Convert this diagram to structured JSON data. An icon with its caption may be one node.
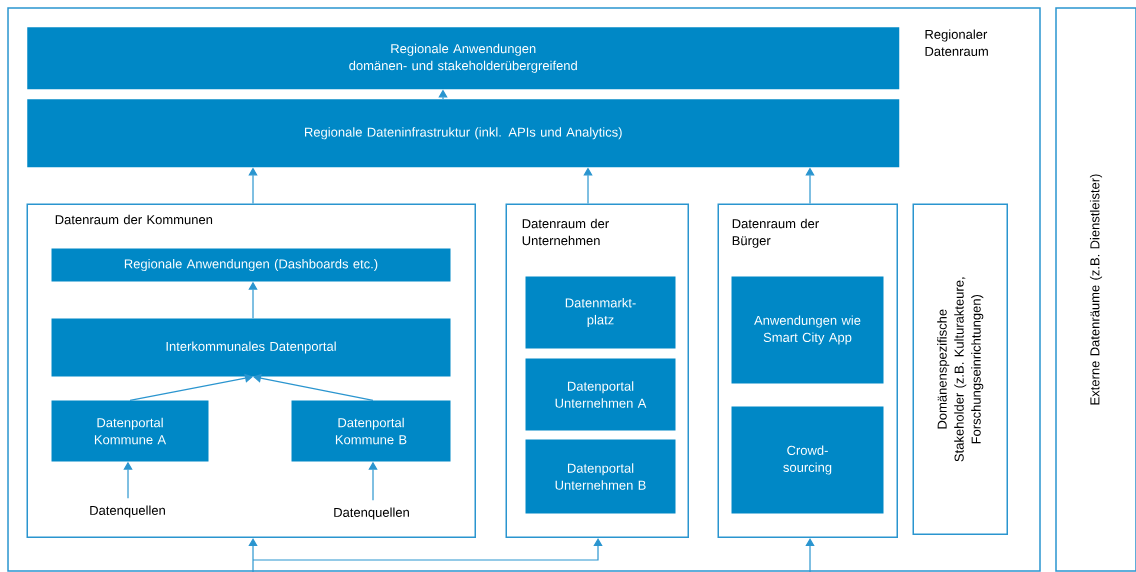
{
  "diagram": {
    "nodes": [
      {
        "text": [
          "Regionaler Datenraum"
        ]
      },
      {
        "text": [
          "Regionale Anwendungen",
          "domänen- und stakeholderübergreifend"
        ],
        "in": 0
      },
      {
        "text": [
          "Regionale Dateninfrastruktur (inkl. APIs und Analytics)"
        ],
        "in": 0
      },
      {
        "text": [
          "Datenraum der Kommunen"
        ],
        "in": 0
      },
      {
        "text": [
          "Regionale Anwendungen (Dashboards etc.)"
        ],
        "in": 3
      },
      {
        "text": [
          "Interkommunales Datenportal"
        ],
        "in": 3
      },
      {
        "text": [
          "Datenportal Kommune A"
        ],
        "in": 3
      },
      {
        "text": [
          "Datenportal Kommune B"
        ],
        "in": 3
      },
      {
        "text": [
          "Datenquellen"
        ],
        "in": 3
      },
      {
        "text": [
          "Datenquellen"
        ],
        "in": 3
      },
      {
        "text": [
          "Datenraum der Unternehmen"
        ],
        "in": 0
      },
      {
        "text": [
          "Datenmarkt- platz"
        ],
        "in": 10
      },
      {
        "text": [
          "Datenportal Unternehmen A"
        ],
        "in": 10
      },
      {
        "text": [
          "Datenportal Unternehmen B"
        ],
        "in": 10
      },
      {
        "text": [
          "Datenraum der Bürger"
        ],
        "in": 0
      },
      {
        "text": [
          "Anwendungen wie Smart City App"
        ],
        "in": 14
      },
      {
        "text": [
          "Crowd- sourcing"
        ],
        "in": 14
      },
      {
        "text": [
          "Domänenspezifische Stakeholder (z.B. Kulturakteure, Forschungseinrichtungen)"
        ],
        "in": 0
      },
      {
        "text": [
          "Externe Datenräume (z.B. Dienstleister)"
        ]
      }
    ],
    "edges": [
      {
        "from": 2,
        "to": 1,
        "arrow": "to"
      },
      {
        "from": 3,
        "to": 2,
        "arrow": "to"
      },
      {
        "from": 10,
        "to": 2,
        "arrow": "to"
      },
      {
        "from": 14,
        "to": 2,
        "arrow": "to"
      },
      {
        "from": 5,
        "to": 4,
        "arrow": "to"
      },
      {
        "from": 6,
        "to": 5,
        "arrow": "to"
      },
      {
        "from": 7,
        "to": 5,
        "arrow": "to"
      },
      {
        "from": 8,
        "to": 6,
        "arrow": "to"
      },
      {
        "from": 9,
        "to": 7,
        "arrow": "to"
      },
      {
        "from": null,
        "to": 3,
        "arrow": "to"
      },
      {
        "from": null,
        "to": 10,
        "arrow": "to"
      },
      {
        "from": null,
        "to": 14,
        "arrow": "to"
      }
    ]
  }
}
